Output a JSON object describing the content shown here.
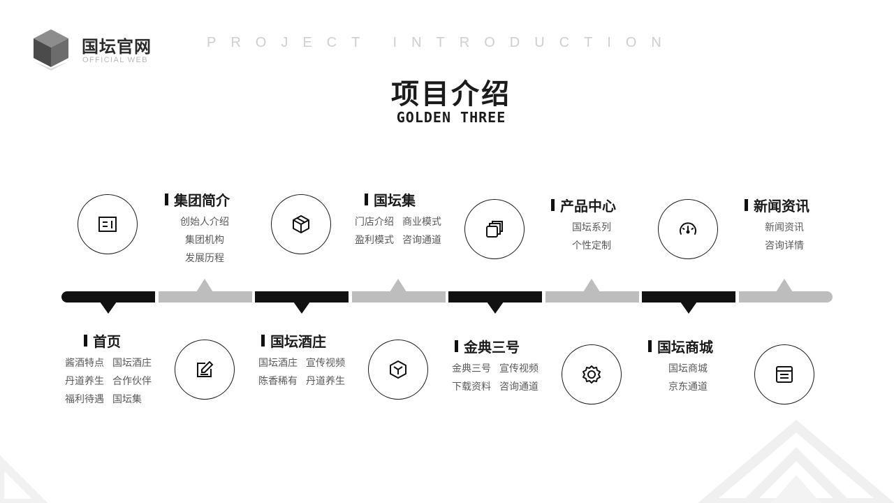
{
  "logo": {
    "title": "国坛官网",
    "subtitle": "OFFICIAL WEB"
  },
  "banner": "PROJECT INTRODUCTION",
  "heading": {
    "title": "项目介绍",
    "subtitle": "GOLDEN THREE"
  },
  "colors": {
    "dark": "#111111",
    "gray": "#bdbdbd",
    "text": "#1a1a1a",
    "muted": "#5a5a5a"
  },
  "nodes": [
    {
      "label": "首页",
      "items": [
        "酱酒特点",
        "国坛酒庄",
        "丹道养生",
        "合作伙伴",
        "福利待遇",
        "国坛集"
      ],
      "icon": "card-icon"
    },
    {
      "label": "集团简介",
      "items": [
        "创始人介绍",
        "集团机构",
        "发展历程"
      ],
      "icon": "edit-icon"
    },
    {
      "label": "国坛酒庄",
      "items": [
        "国坛酒庄",
        "宣传视频",
        "陈香稀有",
        "丹道养生"
      ],
      "icon": "box-icon"
    },
    {
      "label": "国坛集",
      "items": [
        "门店介绍",
        "商业模式",
        "盈利模式",
        "咨询通道"
      ],
      "icon": "cube-icon"
    },
    {
      "label": "金典三号",
      "items": [
        "金典三号",
        "宣传视频",
        "下载资料",
        "咨询通道"
      ],
      "icon": "copy-icon"
    },
    {
      "label": "产品中心",
      "items": [
        "国坛系列",
        "个性定制"
      ],
      "icon": "badge-icon"
    },
    {
      "label": "国坛商城",
      "items": [
        "国坛商城",
        "京东通道"
      ],
      "icon": "gauge-icon"
    },
    {
      "label": "新闻资讯",
      "items": [
        "新闻资讯",
        "咨询详情"
      ],
      "icon": "document-icon"
    }
  ]
}
